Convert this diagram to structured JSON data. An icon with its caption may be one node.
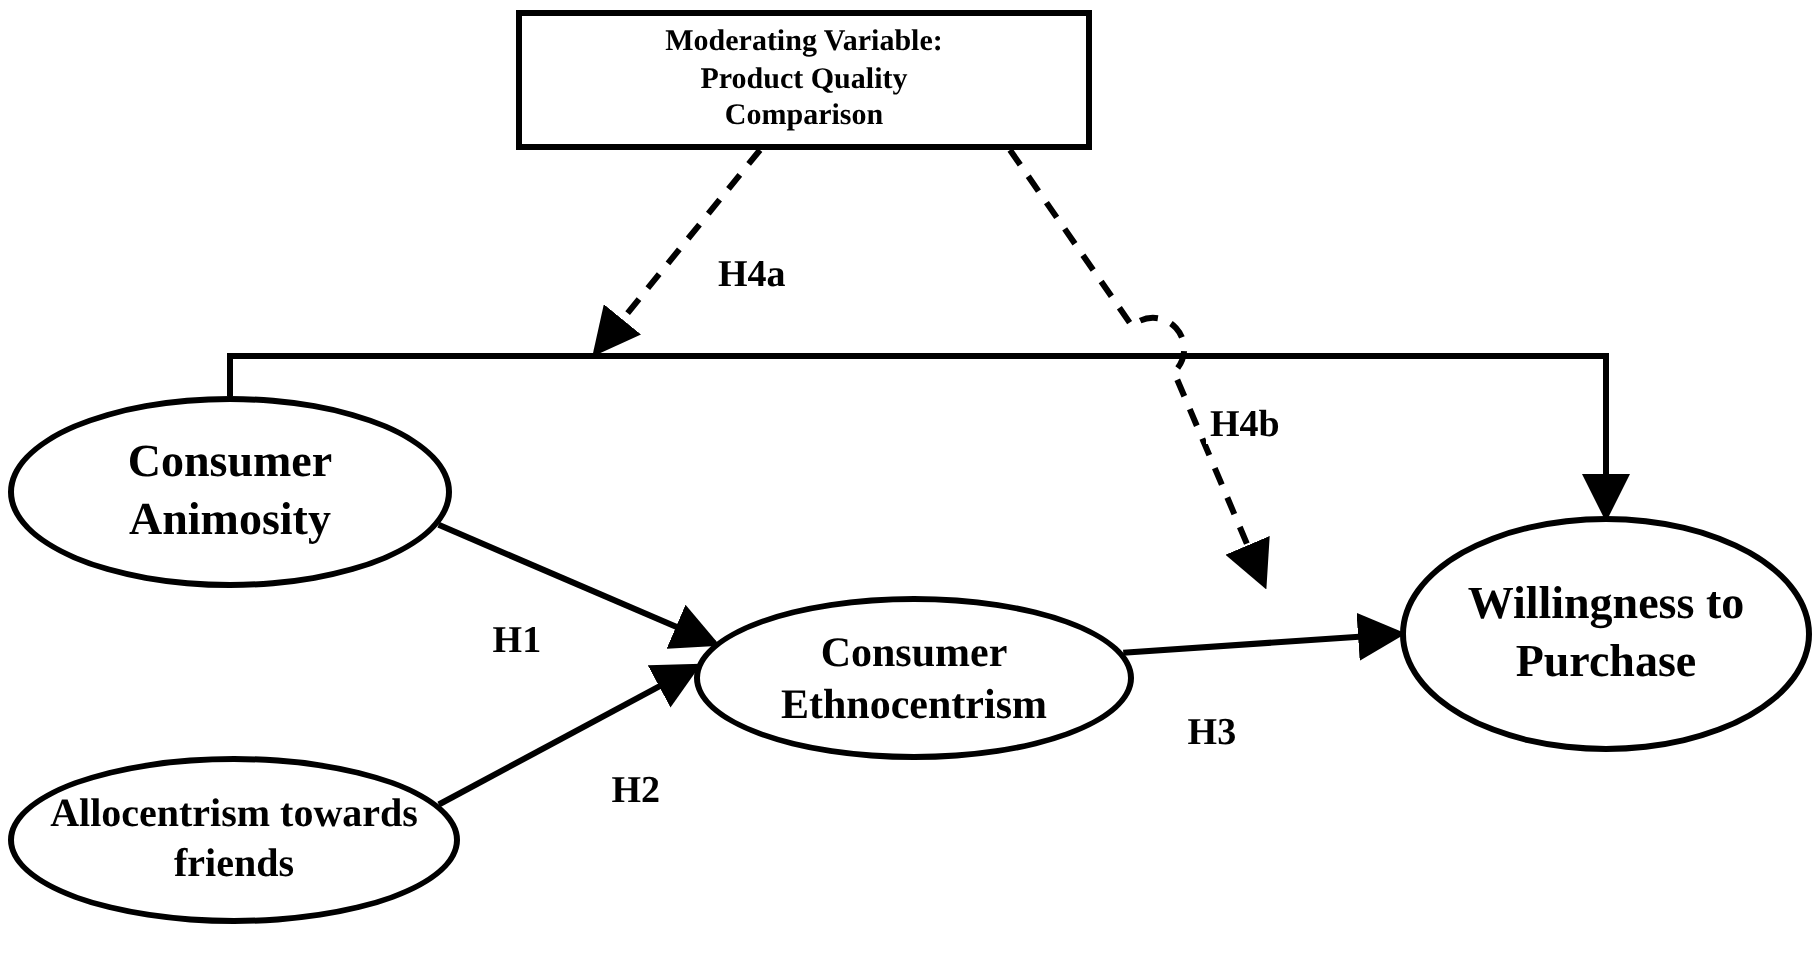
{
  "diagram": {
    "nodes": [
      {
        "text": [
          "Moderating Variable: Product Quality Comparison"
        ]
      },
      {
        "text": [
          "Consumer Animosity"
        ]
      },
      {
        "text": [
          "Allocentrism towards friends"
        ]
      },
      {
        "text": [
          "Consumer Ethnocentrism"
        ]
      },
      {
        "text": [
          "Willingness to Purchase"
        ]
      }
    ],
    "edges": [
      {
        "from": 1,
        "to": 3,
        "arrow": "to",
        "label": "H1"
      },
      {
        "from": 2,
        "to": 3,
        "arrow": "to",
        "label": "H2"
      },
      {
        "from": 3,
        "to": 4,
        "arrow": "to",
        "label": "H3"
      },
      {
        "from": 1,
        "to": 4,
        "arrow": "to"
      },
      {
        "from": 0,
        "to": null,
        "arrow": "to",
        "label": "H4a",
        "style": "dashed"
      },
      {
        "from": 0,
        "to": null,
        "arrow": "to",
        "label": "H4b",
        "style": "dashed"
      }
    ]
  }
}
